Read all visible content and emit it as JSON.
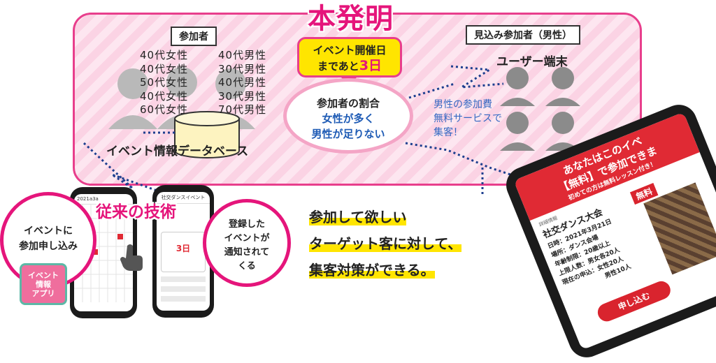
{
  "title": "本発明",
  "participants": {
    "label": "参加者",
    "col1": [
      "40代女性",
      "40代女性",
      "50代女性",
      "40代女性",
      "60代女性"
    ],
    "col2": [
      "40代男性",
      "30代男性",
      "40代男性",
      "30代男性",
      "70代男性"
    ]
  },
  "database_label": "イベント情報データベース",
  "bubble": {
    "line1": "イベント開催日",
    "line2": "まであと",
    "days": "3日"
  },
  "ratio": {
    "line1": "参加者の割合",
    "line2": "女性が多く",
    "line3": "男性が足りない"
  },
  "prospects": {
    "label": "見込み参加者（男性）",
    "terminal": "ユーザー端末"
  },
  "free_note": [
    "男性の参加費",
    "無料サービスで",
    "集客！"
  ],
  "conventional": "従来の技術",
  "signup_circle": [
    "イベントに",
    "参加申し込み"
  ],
  "app_label": [
    "イベント",
    "情報",
    "アプリ"
  ],
  "notify_circle": [
    "登録した",
    "イベントが",
    "通知されて",
    "くる"
  ],
  "message": [
    "参加して欲しい",
    "ターゲット客に対して、",
    "集客対策ができる。"
  ],
  "phone1": {
    "header": "2021a3a",
    "rows": [
      "",
      "",
      "",
      "",
      "",
      ""
    ]
  },
  "phone2": {
    "header": "社交ダンスイベント",
    "days": "3日"
  },
  "tablet": {
    "banner1": "あなたはこのイベ",
    "banner2": "【無料】で参加できま",
    "banner3": "初めての方は無料レッスン付き！",
    "category": "詳細情報",
    "event": "社交ダンス大会",
    "free_badge": "無料",
    "details": [
      "日時：2021年3月21日",
      "場所：ダンス会場",
      "年齢制限：20歳以上",
      "上限人数：男女各20人",
      "現在の申込：女性20人",
      "男性10人"
    ],
    "apply": "申し込む"
  },
  "colors": {
    "accent": "#e5157b",
    "yellow": "#ffe500",
    "blue": "#1e5bb5"
  }
}
